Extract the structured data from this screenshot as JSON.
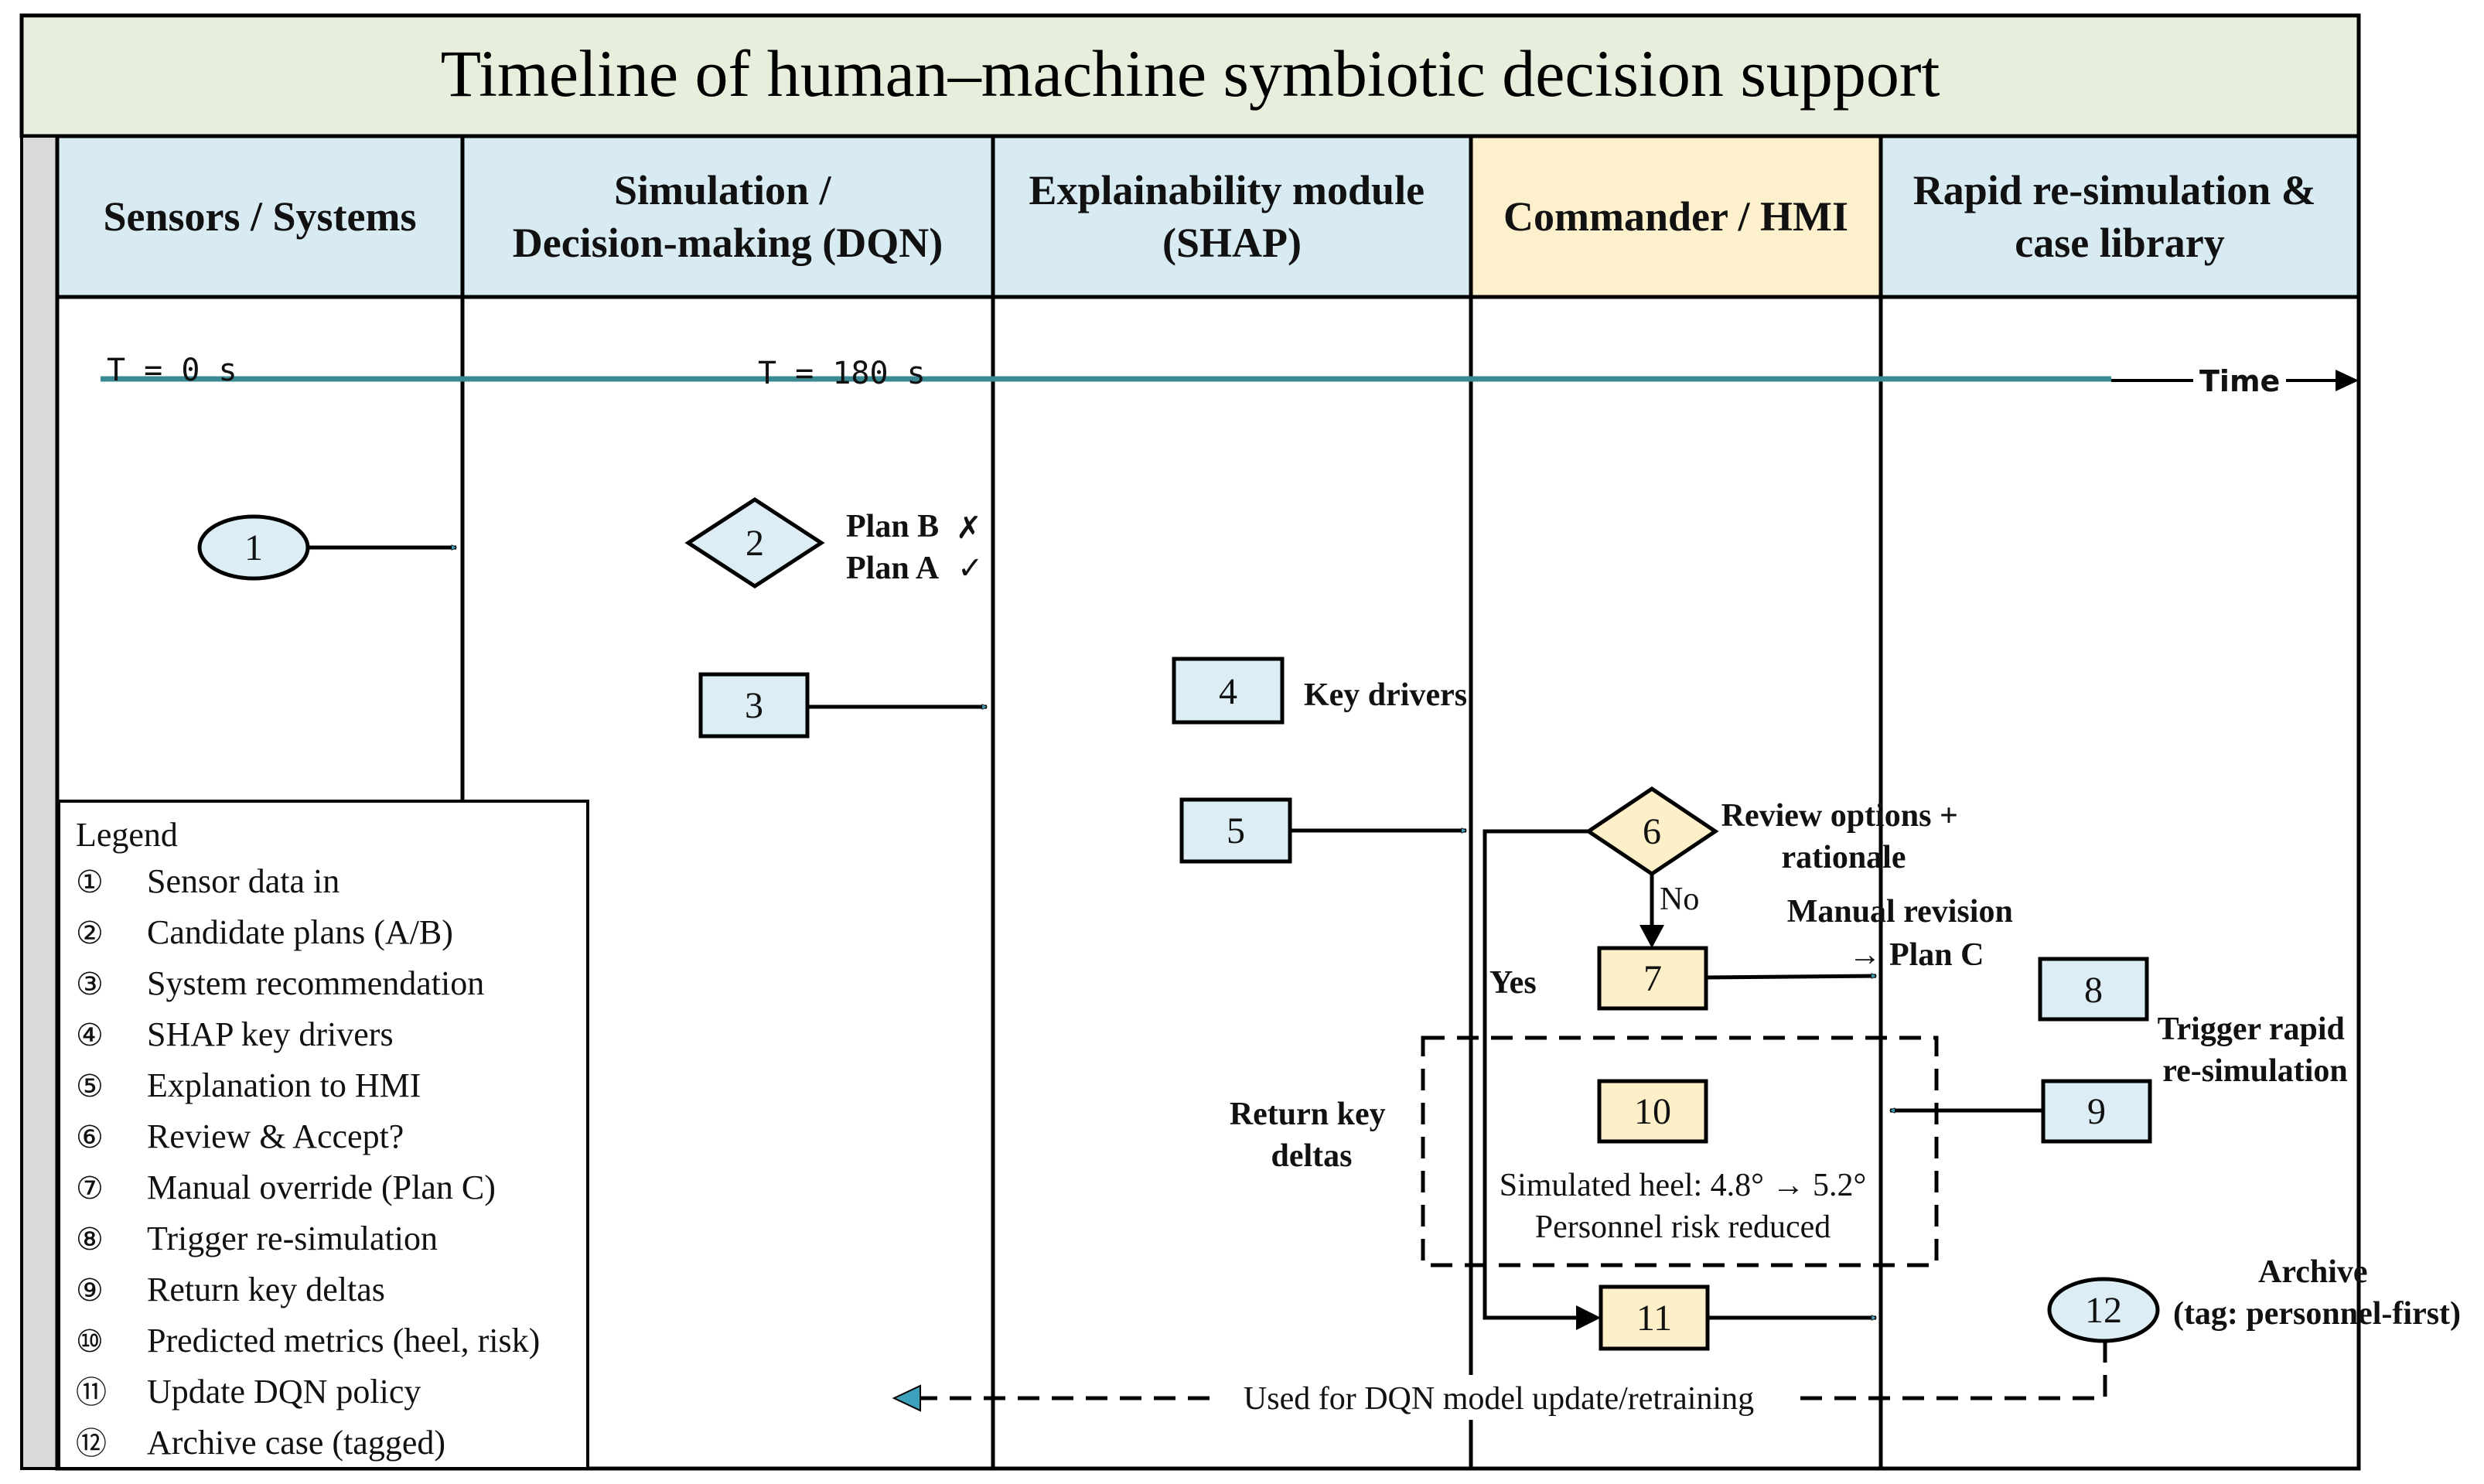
{
  "title": "Timeline of human–machine symbiotic decision support",
  "lanes": {
    "sensors": [
      "Sensors / Systems"
    ],
    "simulation": [
      "Simulation /",
      "Decision-making (DQN)"
    ],
    "explain": [
      "Explainability module",
      "(SHAP)"
    ],
    "commander": [
      "Commander / HMI"
    ],
    "rapid": [
      "Rapid re-simulation &",
      "case library"
    ]
  },
  "timeline": {
    "t0": "T = 0 s",
    "t180": "T = 180 s",
    "axis_label": "Time"
  },
  "nodes": {
    "n1": "1",
    "n2": "2",
    "n3": "3",
    "n4": "4",
    "n5": "5",
    "n6": "6",
    "n7": "7",
    "n8": "8",
    "n9": "9",
    "n10": "10",
    "n11": "11",
    "n12": "12"
  },
  "annotations": {
    "plan_b": "Plan B",
    "plan_b_mark": "✗",
    "plan_a": "Plan A",
    "plan_a_mark": "✓",
    "key_drivers": "Key drivers",
    "review": [
      "Review options +",
      "rationale"
    ],
    "no": "No",
    "yes": "Yes",
    "manual_revision": [
      "Manual revision",
      "→ Plan C"
    ],
    "trigger": [
      "Trigger rapid",
      "re-simulation"
    ],
    "return_deltas": [
      "Return key",
      "deltas"
    ],
    "heel": "Simulated heel: 4.8° → 5.2°",
    "risk": "Personnel risk reduced",
    "archive": [
      "Archive",
      "(tag: personnel-first)"
    ],
    "retrain": "Used for DQN model update/retraining"
  },
  "legend": {
    "title": "Legend",
    "items": [
      {
        "marker": "①",
        "text": "Sensor data in"
      },
      {
        "marker": "②",
        "text": "Candidate plans (A/B)"
      },
      {
        "marker": "③",
        "text": "System recommendation"
      },
      {
        "marker": "④",
        "text": "SHAP key drivers"
      },
      {
        "marker": "⑤",
        "text": "Explanation to HMI"
      },
      {
        "marker": "⑥",
        "text": "Review & Accept?"
      },
      {
        "marker": "⑦",
        "text": "Manual override (Plan C)"
      },
      {
        "marker": "⑧",
        "text": "Trigger re-simulation"
      },
      {
        "marker": "⑨",
        "text": "Return key deltas"
      },
      {
        "marker": "⑩",
        "text": "Predicted metrics (heel, risk)"
      },
      {
        "marker": "⑪",
        "text": "Update DQN policy"
      },
      {
        "marker": "⑫",
        "text": "Archive case (tagged)"
      }
    ]
  },
  "colors": {
    "title_bg": "#e7efdc",
    "header_blue": "#d8ebf3",
    "header_amber": "#fdf0cc",
    "node_blue": "#dcedf5",
    "node_amber": "#fdf0c8",
    "timeline": "#3b8a93",
    "arrowhead": "#3ea2bd",
    "lane_strip": "#d9d9d9"
  }
}
